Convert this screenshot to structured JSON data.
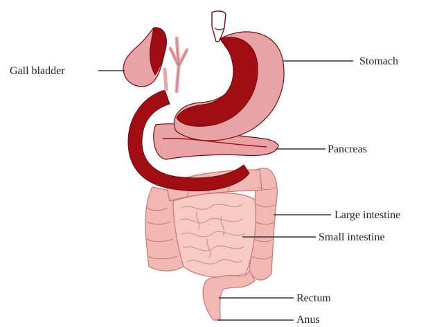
{
  "diagram": {
    "labels": {
      "gall_bladder": "Gall bladder",
      "stomach": "Stomach",
      "pancreas": "Pancreas",
      "large_intestine": "Large intestine",
      "small_intestine": "Small intestine",
      "rectum": "Rectum",
      "anus": "Anus"
    },
    "colors": {
      "organ_dark": "#a00d12",
      "organ_light": "#e8a3a6",
      "intestine": "#f1b8b4",
      "intestine_line": "#c87670",
      "line": "#333333"
    }
  }
}
